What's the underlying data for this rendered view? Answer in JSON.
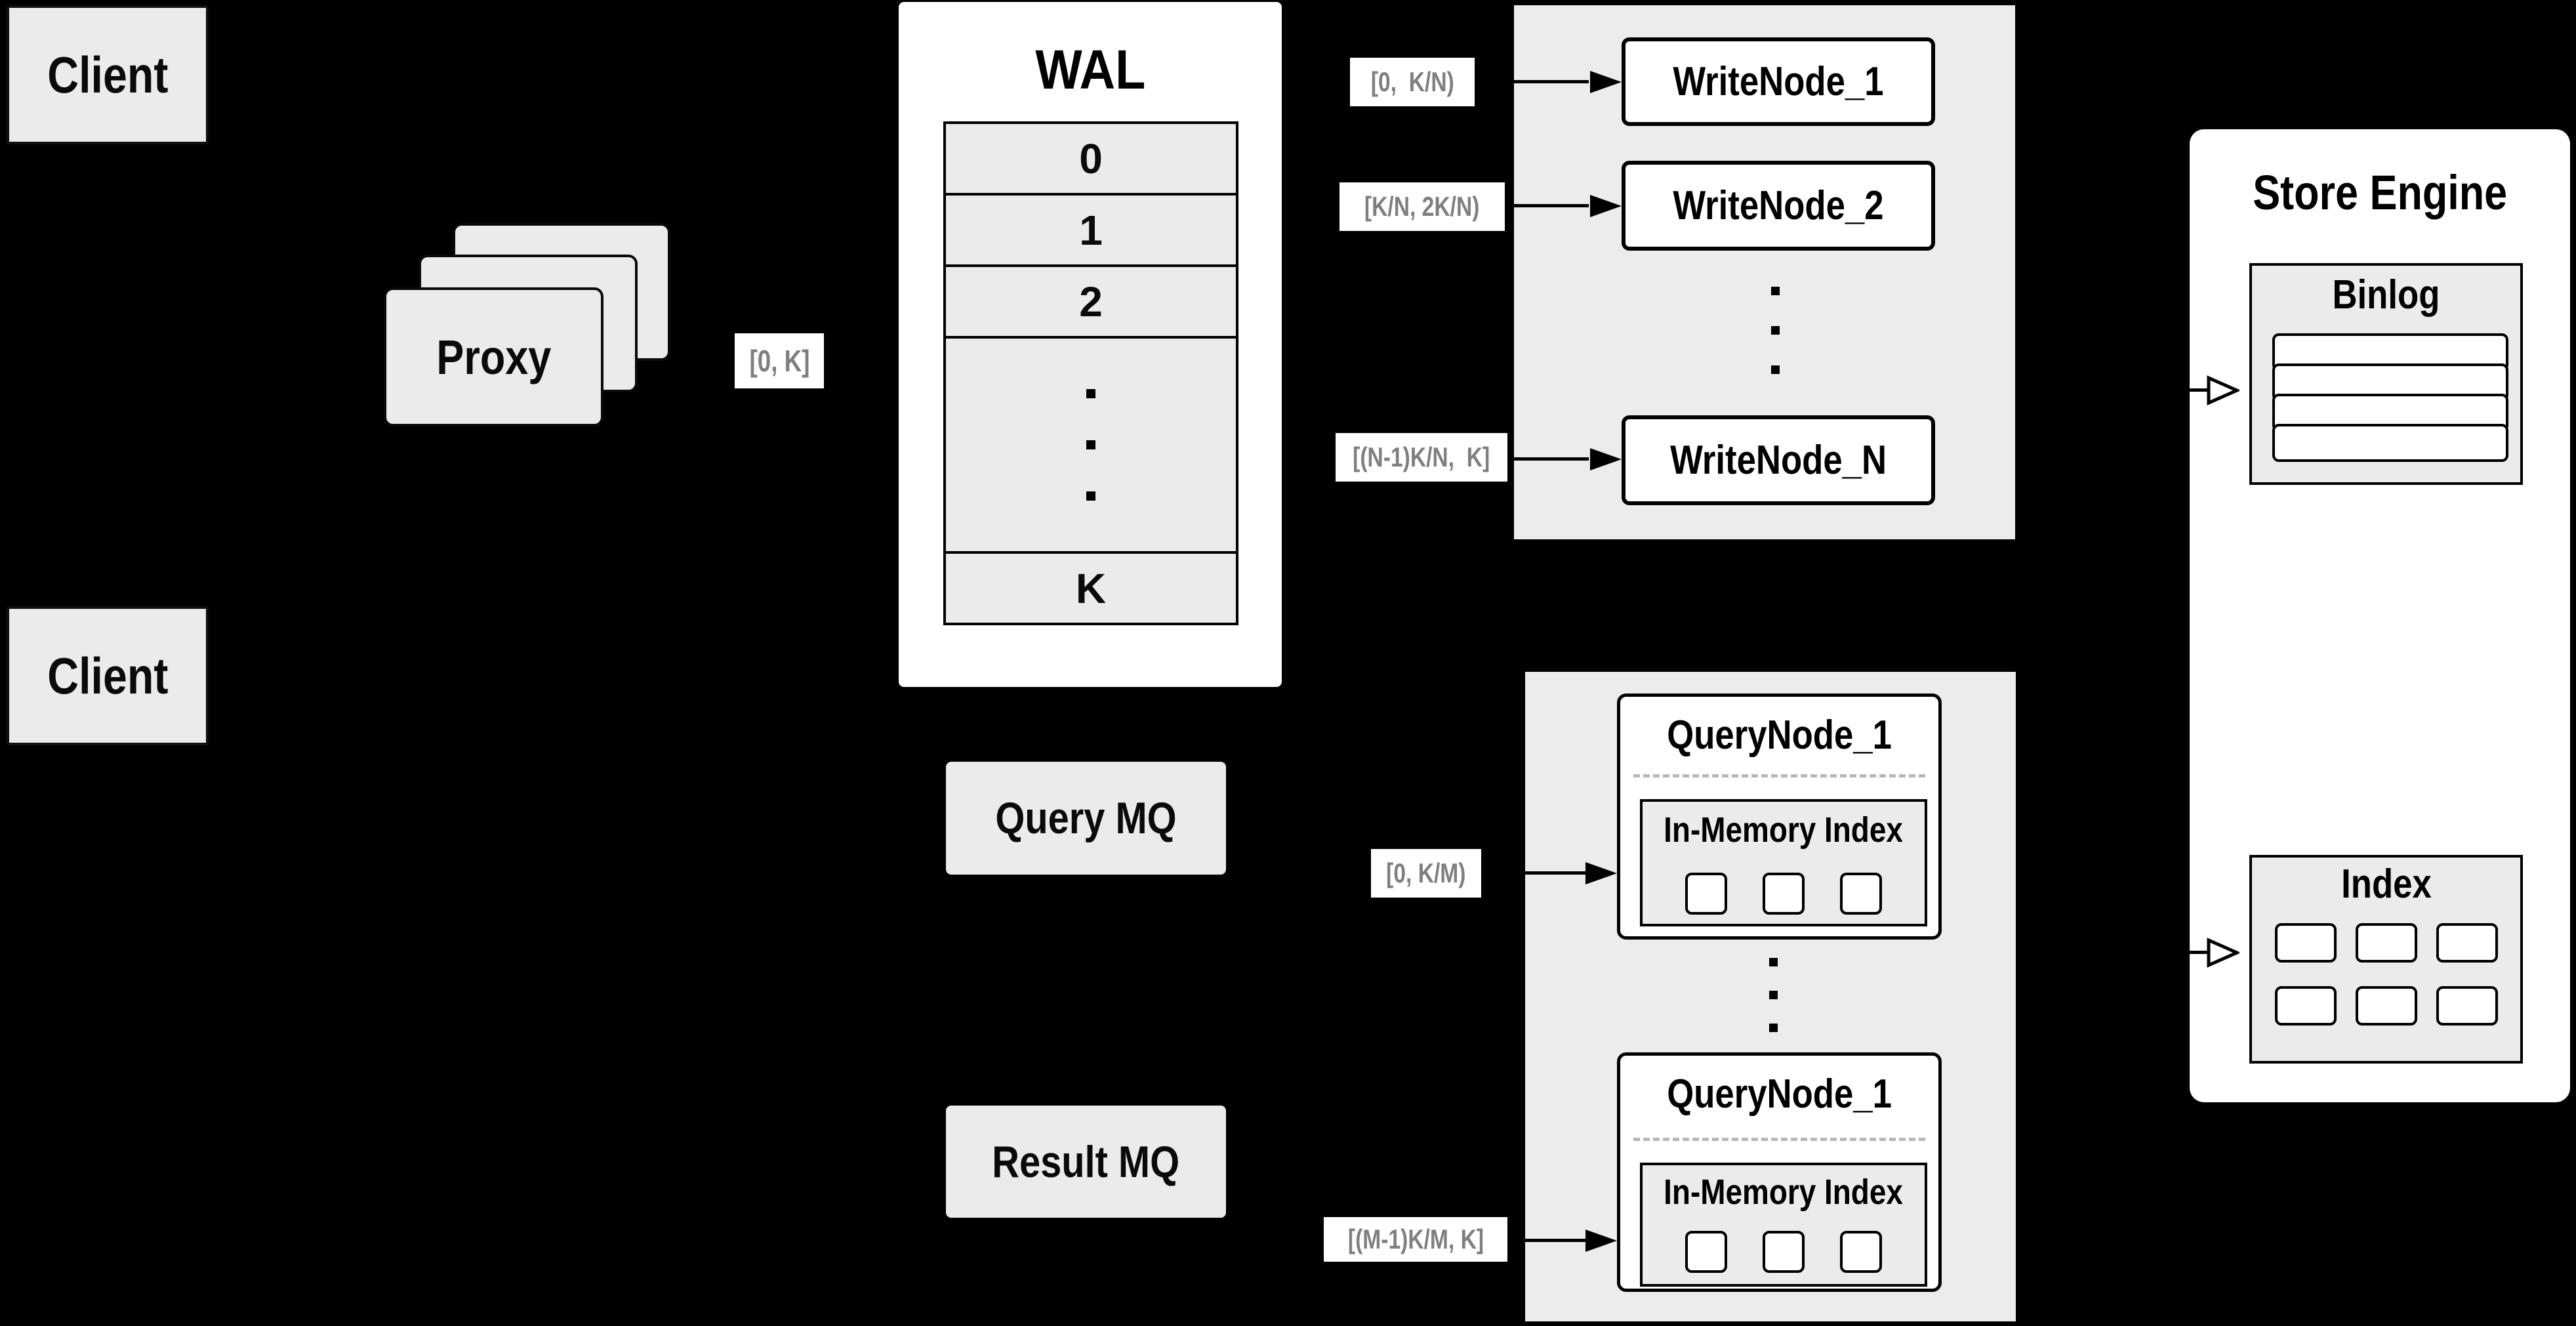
{
  "colors": {
    "background": "#000000",
    "cluster_panel": "#ececec",
    "box_gray": "#ebebeb",
    "box_white": "#ffffff",
    "border": "#000000",
    "edge_label_text": "#7f7f7f",
    "dashed_separator": "#b8b8b8"
  },
  "clients": {
    "top_label": "Client",
    "bottom_label": "Client"
  },
  "proxy": {
    "label": "Proxy"
  },
  "wal": {
    "title": "WAL",
    "rows": [
      "0",
      "1",
      "2"
    ],
    "tail_row": "K"
  },
  "write_cluster": {
    "nodes": [
      "WriteNode_1",
      "WriteNode_2",
      "WriteNode_N"
    ]
  },
  "query_cluster": {
    "nodes": [
      {
        "title": "QueryNode_1",
        "subtitle": "In-Memory Index"
      },
      {
        "title": "QueryNode_1",
        "subtitle": "In-Memory Index"
      }
    ]
  },
  "mq": {
    "query_label": "Query MQ",
    "result_label": "Result MQ"
  },
  "store_engine": {
    "title": "Store Engine",
    "binlog_title": "Binlog",
    "index_title": "Index"
  },
  "edge_labels": {
    "proxy_to_wal": "[0, K]",
    "wal_to_writenode_1": "[0,  K/N)",
    "wal_to_writenode_2": "[K/N, 2K/N)",
    "wal_to_writenode_n": "[(N-1)K/N,  K]",
    "querymq_to_querynode": "[0, K/M)",
    "resultmq_to_querynode": "[(M-1)K/M, K]"
  }
}
